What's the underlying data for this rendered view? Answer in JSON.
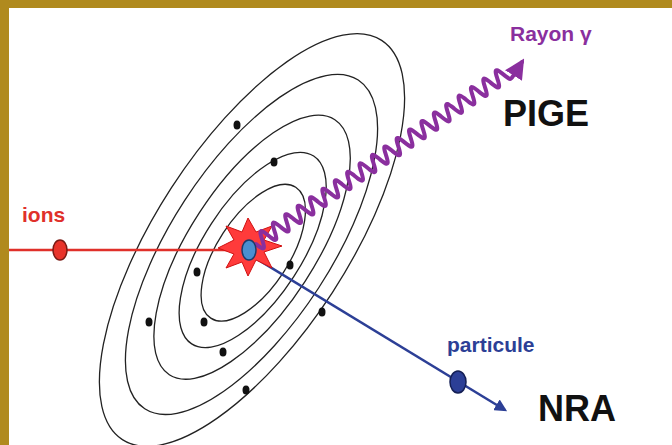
{
  "diagram": {
    "labels": [
      "ions",
      "Rayon γ",
      "PIGE",
      "particule",
      "NRA"
    ]
  }
}
